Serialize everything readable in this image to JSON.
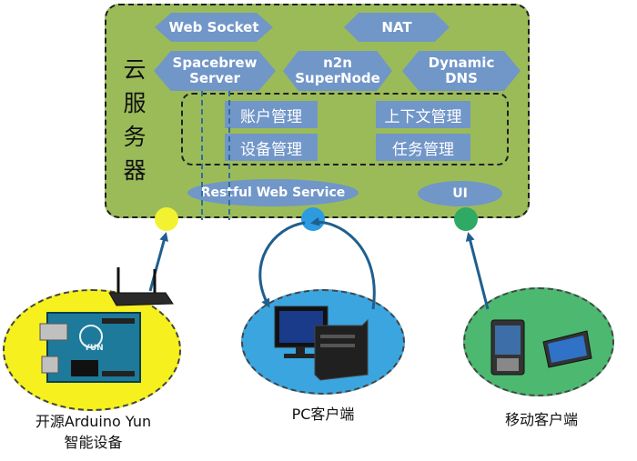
{
  "colors": {
    "cloud_fill": "#9bbb59",
    "box_fill": "#7196c8",
    "arduino_client": "#f5f01e",
    "pc_client": "#3ba5e0",
    "mobile_client": "#4cb870",
    "yellow_dot": "#f2f230",
    "blue_dot": "#2d9be0",
    "green_dot": "#2eaa64",
    "arrow": "#1f5f8f"
  },
  "cloud": {
    "title": "云服务器",
    "hexagons": {
      "websocket": "Web Socket",
      "nat": "NAT",
      "spacebrew": "Spacebrew\nServer",
      "n2n": "n2n\nSuperNode",
      "ddns": "Dynamic\nDNS"
    },
    "management": {
      "account": "账户管理",
      "context": "上下文管理",
      "device": "设备管理",
      "task": "任务管理"
    },
    "restful": "Restful Web Service",
    "ui": "UI"
  },
  "clients": {
    "arduino_label": "开源Arduino  Yun\n智能设备",
    "arduino_board_text": "YUN",
    "pc_label": "PC客户端",
    "mobile_label": "移动客户端"
  },
  "icons": [
    "router-icon",
    "arduino-board-icon",
    "pc-icon",
    "smartphone-icon",
    "tablet-icon"
  ]
}
